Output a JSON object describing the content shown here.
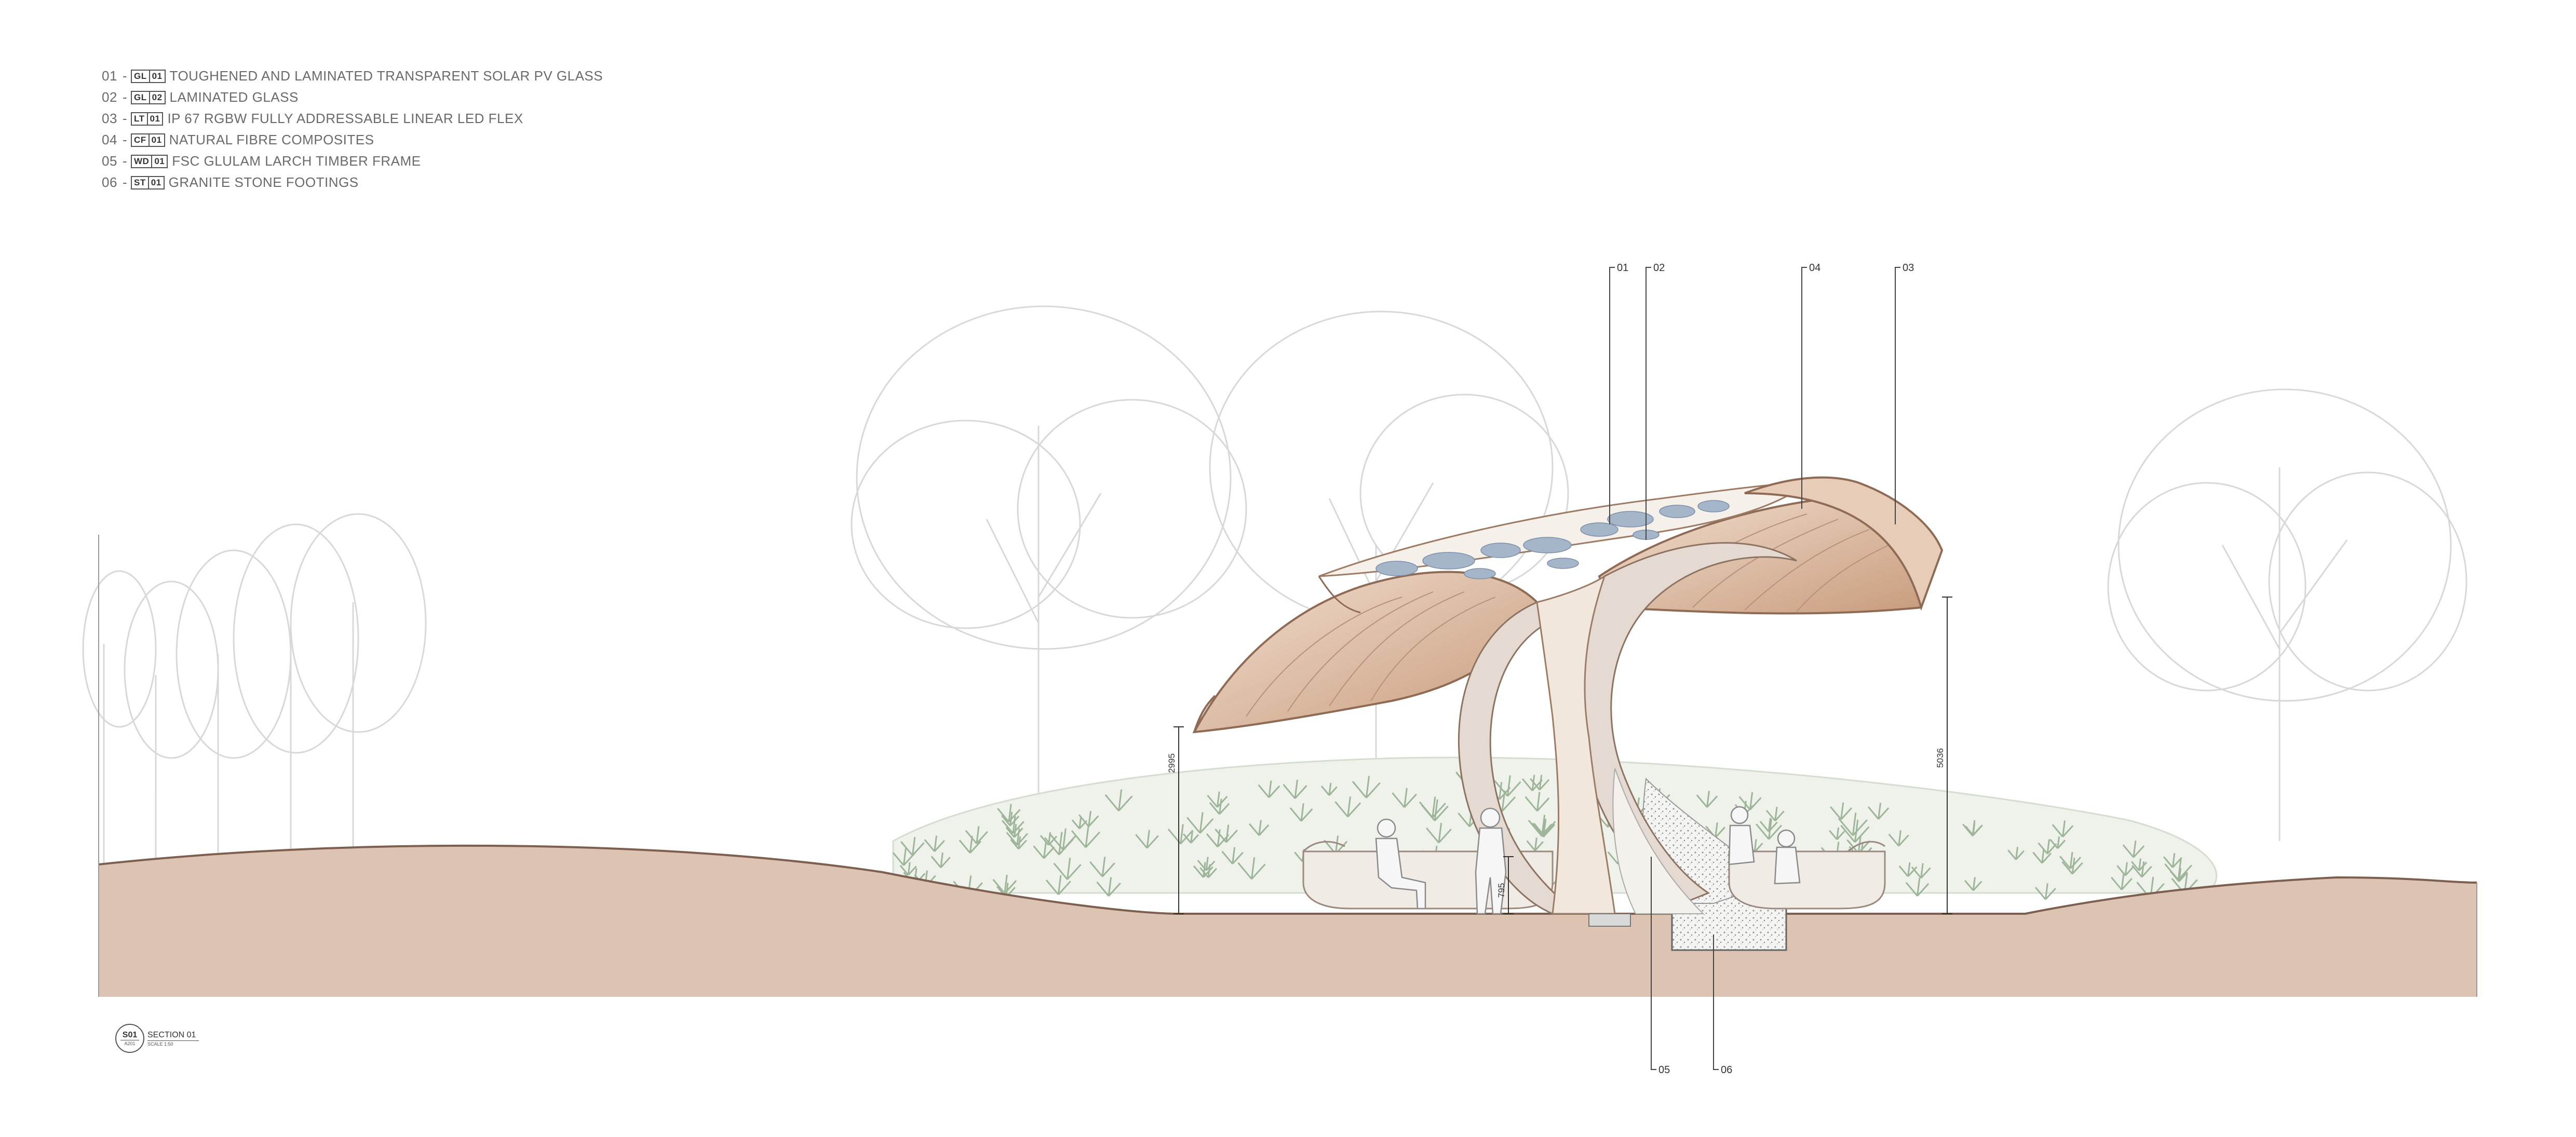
{
  "legend": [
    {
      "num": "01",
      "code": [
        "GL",
        "01"
      ],
      "desc": "TOUGHENED AND LAMINATED TRANSPARENT SOLAR PV GLASS"
    },
    {
      "num": "02",
      "code": [
        "GL",
        "02"
      ],
      "desc": "LAMINATED GLASS"
    },
    {
      "num": "03",
      "code": [
        "LT",
        "01"
      ],
      "desc": "IP 67 RGBW FULLY ADDRESSABLE LINEAR LED FLEX"
    },
    {
      "num": "04",
      "code": [
        "CF",
        "01"
      ],
      "desc": "NATURAL FIBRE COMPOSITES"
    },
    {
      "num": "05",
      "code": [
        "WD",
        "01"
      ],
      "desc": "FSC GLULAM LARCH TIMBER FRAME"
    },
    {
      "num": "06",
      "code": [
        "ST",
        "01"
      ],
      "desc": "GRANITE STONE FOOTINGS"
    }
  ],
  "callouts": {
    "c01": "01",
    "c02": "02",
    "c03": "03",
    "c04": "04",
    "c05": "05",
    "c06": "06"
  },
  "dimensions": {
    "d1": "2995",
    "d2": "5036",
    "d3": "795"
  },
  "section_stamp": {
    "id": "S01",
    "sheet": "A201",
    "title": "SECTION 01",
    "scale": "SCALE 1:50"
  },
  "colors": {
    "ground": "#ddc3b3",
    "ground_dark": "#c9aa98",
    "canopy": "#e9d3c1",
    "canopy_edge": "#b58a6c",
    "glass_spot": "#a9b8cb",
    "planting": "#b8c8b0",
    "planting_bed": "#e9eee6",
    "tree_line": "#c7c7c7"
  }
}
